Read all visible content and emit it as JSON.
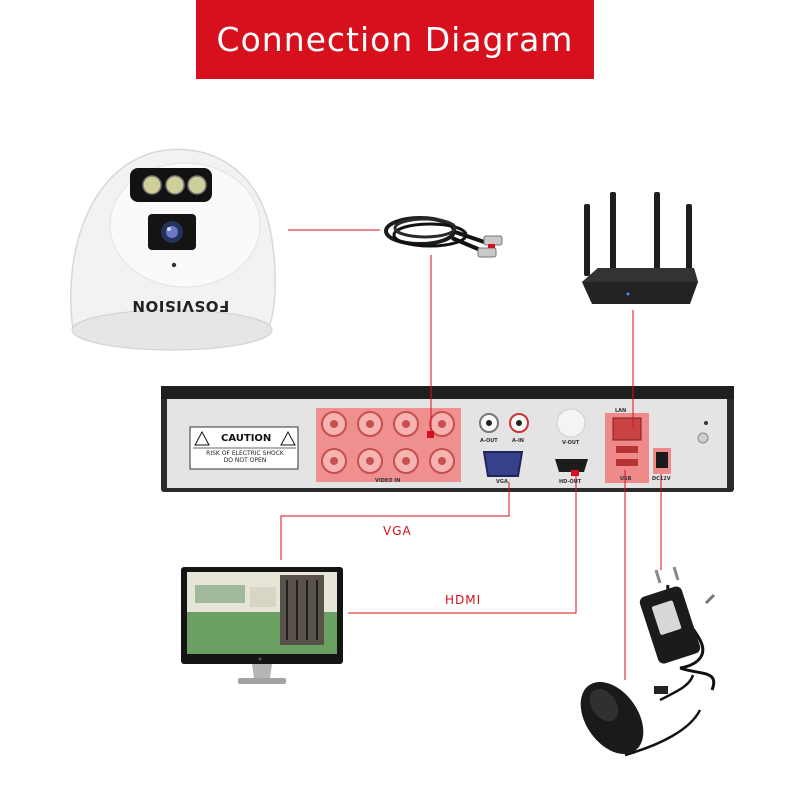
{
  "title": "Connection Diagram",
  "camera": {
    "brand": "FOSVISION"
  },
  "dvr": {
    "caution": "CAUTION",
    "warning_line1": "RISK OF ELECTRIC SHOCK",
    "warning_line2": "DO NOT OPEN",
    "ports": {
      "video_in": "VIDEO IN",
      "a_out": "A-OUT",
      "a_in": "A-IN",
      "v_out": "V-OUT",
      "vga": "VGA",
      "hd_out": "HD-OUT",
      "lan": "LAN",
      "usb": "USB",
      "dc": "DC12V"
    }
  },
  "connections": {
    "vga": "VGA",
    "hdmi": "HDMI"
  },
  "colors": {
    "accent": "#d7101e",
    "line": "#d7101e",
    "dvr_body": "#e4e4e4",
    "dvr_frame": "#2a2a2a",
    "port_highlight": "#f08a8a"
  }
}
